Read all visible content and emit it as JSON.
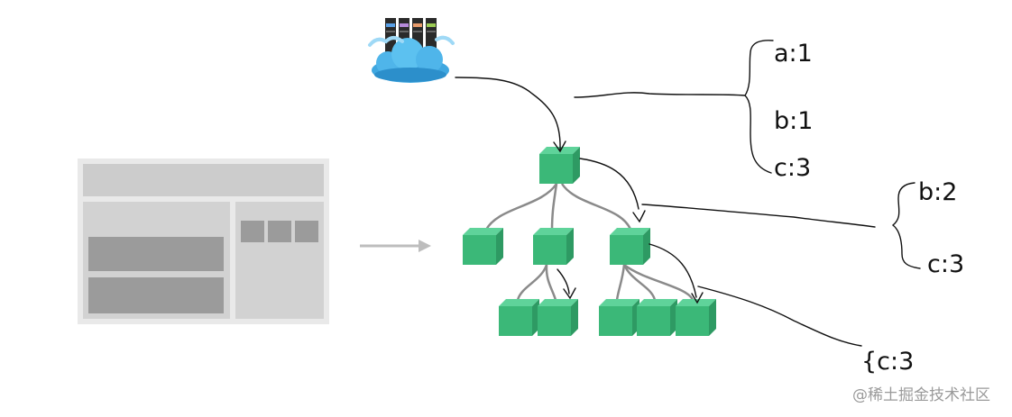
{
  "annotations": {
    "root_state": [
      "a:1",
      "b:1",
      "c:3"
    ],
    "mid_state": [
      "b:2",
      "c:3"
    ],
    "leaf_state": "{c:3"
  },
  "watermark": "@稀土掘金技术社区",
  "colors": {
    "node_top": "#5fd39a",
    "node_front": "#3bb878",
    "node_side": "#2e9a63",
    "edge": "#8a8a8a",
    "ink": "#111111",
    "layout_frame": "#e4e4e4",
    "layout_block": "#cccccc",
    "layout_block_dark": "#9a9a9a",
    "arrow": "#bdbdbd"
  },
  "icons": {
    "server": "cloud-server-icon",
    "layout": "page-layout-icon"
  }
}
